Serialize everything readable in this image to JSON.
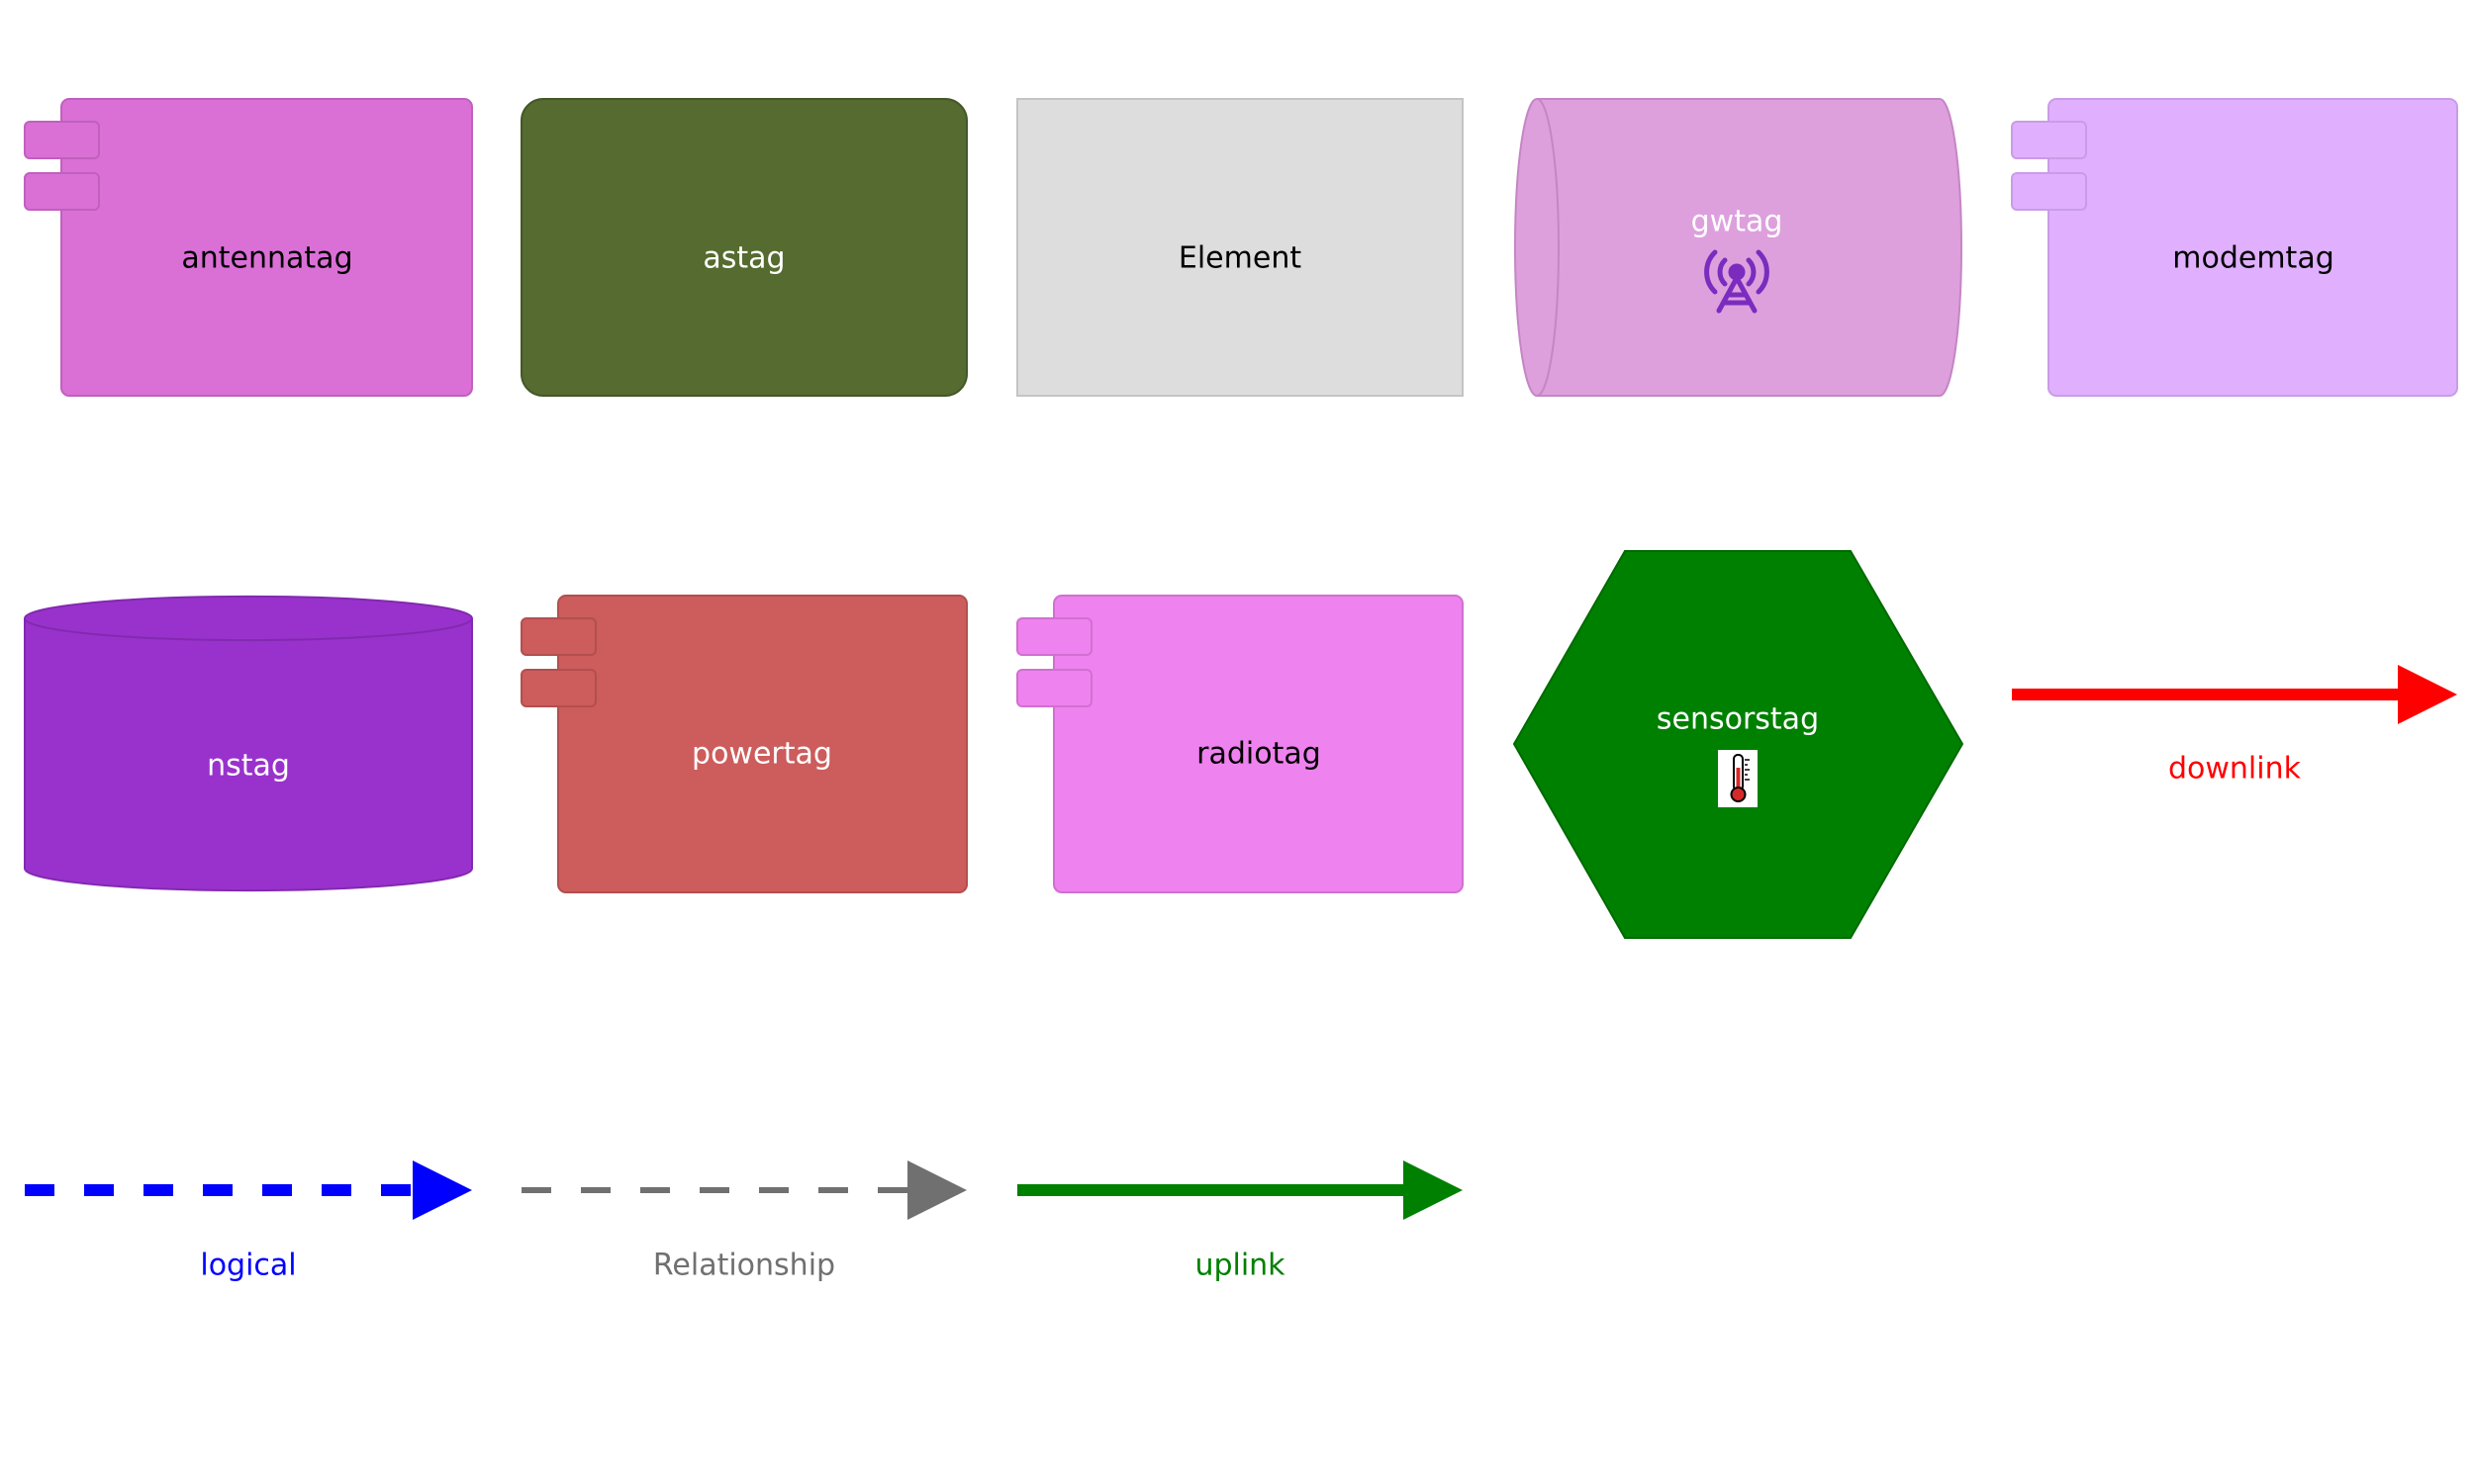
{
  "elements": {
    "antennatag": {
      "label": "antennatag",
      "fill": "#DA70D6",
      "text_color": "#000000",
      "shape": "component"
    },
    "astag": {
      "label": "astag",
      "fill": "#556B2F",
      "text_color": "#ffffff",
      "shape": "rounded-box"
    },
    "element": {
      "label": "Element",
      "fill": "#DDDDDD",
      "text_color": "#000000",
      "shape": "box"
    },
    "gwtag": {
      "label": "gwtag",
      "fill": "#DDA0DD",
      "text_color": "#ffffff",
      "shape": "pipe",
      "icon": "antenna-tower-icon",
      "icon_color": "#7B2CBF"
    },
    "modemtag": {
      "label": "modemtag",
      "fill": "#E0B0FF",
      "text_color": "#000000",
      "shape": "component"
    },
    "nstag": {
      "label": "nstag",
      "fill": "#9932CC",
      "text_color": "#ffffff",
      "shape": "cylinder"
    },
    "powertag": {
      "label": "powertag",
      "fill": "#CD5C5C",
      "text_color": "#ffffff",
      "shape": "component"
    },
    "radiotag": {
      "label": "radiotag",
      "fill": "#EE82EE",
      "text_color": "#000000",
      "shape": "component"
    },
    "sensorstag": {
      "label": "sensorstag",
      "fill": "#008000",
      "text_color": "#ffffff",
      "shape": "hexagon",
      "icon": "thermometer-icon"
    }
  },
  "relationships": {
    "downlink": {
      "label": "downlink",
      "color": "#FF0000",
      "style": "solid"
    },
    "logical": {
      "label": "logical",
      "color": "#0000FF",
      "style": "dashed"
    },
    "relationship": {
      "label": "Relationship",
      "color": "#707070",
      "style": "dashed"
    },
    "uplink": {
      "label": "uplink",
      "color": "#008000",
      "style": "solid"
    }
  }
}
